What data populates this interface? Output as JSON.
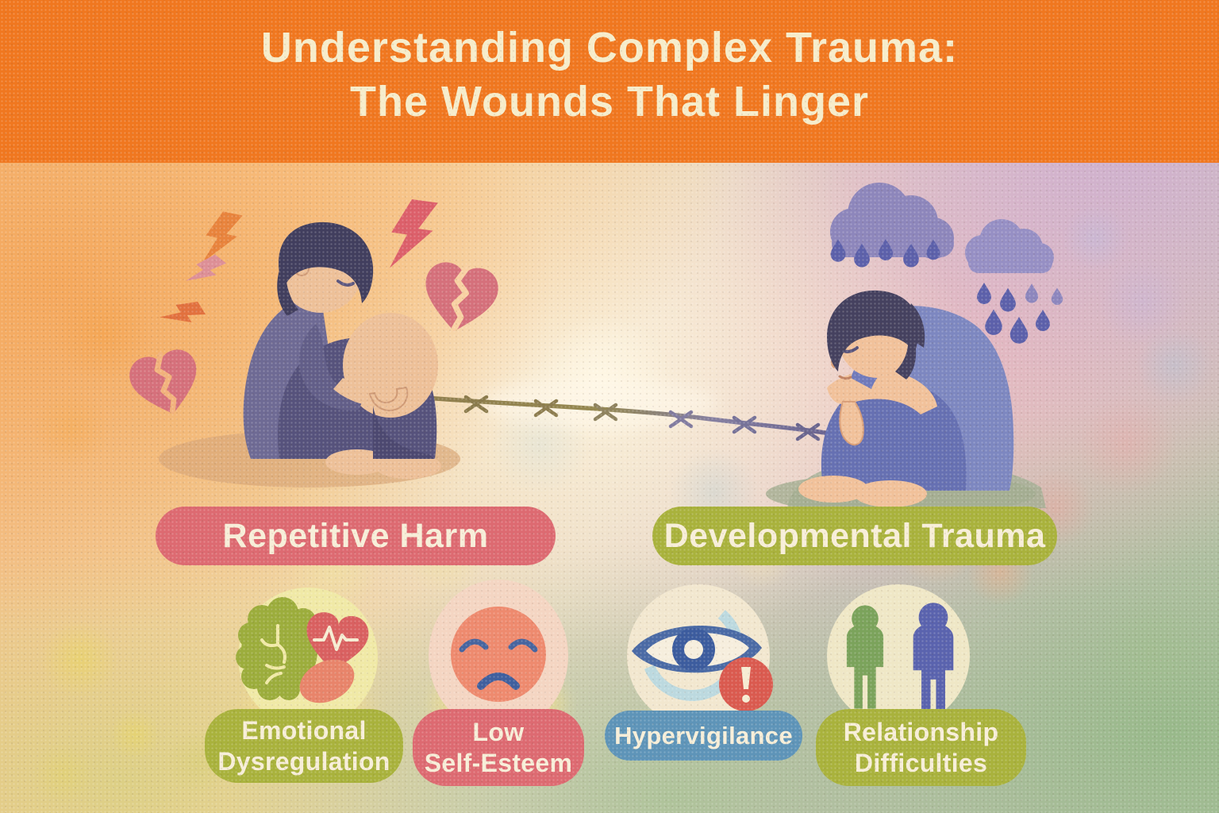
{
  "title": {
    "line1": "Understanding Complex Trauma:",
    "line2": "The Wounds That Linger"
  },
  "scenes": {
    "left": {
      "label": "Repetitive Harm",
      "motifs": [
        "lightning-bolt-icon",
        "broken-heart-icon",
        "child-hugging-knees"
      ]
    },
    "right": {
      "label": "Developmental Trauma",
      "motifs": [
        "rain-cloud-icon",
        "child-hugging-knees"
      ]
    },
    "connector": "barbed-wire"
  },
  "effects": [
    {
      "line1": "Emotional",
      "line2": "Dysregulation",
      "icon": "brain-heart-icon",
      "pill_color": "#a9b23c"
    },
    {
      "line1": "Low",
      "line2": "Self-Esteem",
      "icon": "sad-face-icon",
      "pill_color": "#dd6a71"
    },
    {
      "line1": "Hypervigilance",
      "line2": "",
      "icon": "vigilant-eye-icon",
      "pill_color": "#5e94b8"
    },
    {
      "line1": "Relationship",
      "line2": "Difficulties",
      "icon": "two-people-icon",
      "pill_color": "#a9b23c"
    }
  ],
  "colors": {
    "header_bg": "#f0771f",
    "title_text": "#f6ecca",
    "pill_text": "#f7eed8",
    "pill_pink": "#dd6a71",
    "pill_olive": "#a9b23c",
    "pill_blue": "#5e94b8",
    "cloud_purple": "#8d86bb",
    "bolt_orange": "#e8833c",
    "heart_rose": "#d5707b"
  }
}
